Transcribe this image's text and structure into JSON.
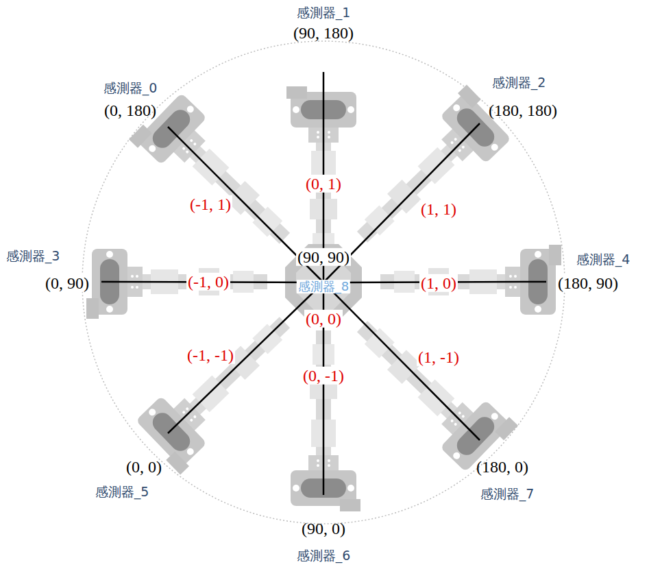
{
  "diagram": {
    "labels": [
      "感測器_1",
      "(90, 180)",
      "感測器_0",
      "(0, 180)",
      "感測器_2",
      "(180, 180)",
      "(0, 1)",
      "(-1, 1)",
      "(1, 1)",
      "感測器_3",
      "(0, 90)",
      "(90, 90)",
      "感測器_4",
      "(180, 90)",
      "(-1, 0)",
      "感測器_8",
      "(1, 0)",
      "(0, 0)",
      "(-1, -1)",
      "(1, -1)",
      "(0, -1)",
      "(0, 0)",
      "(180, 0)",
      "感測器_5",
      "感測器_7",
      "(90, 0)",
      "感測器_6"
    ]
  }
}
